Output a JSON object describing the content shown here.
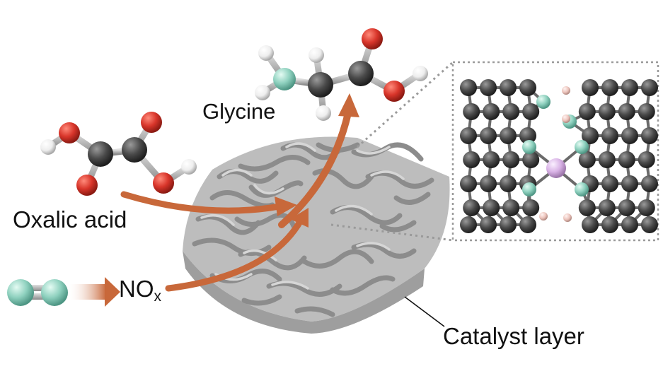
{
  "labels": {
    "glycine": "Glycine",
    "oxalic_acid": "Oxalic acid",
    "nox_main": "NO",
    "nox_sub": "x",
    "catalyst_layer": "Catalyst layer"
  },
  "colors": {
    "carbon": "#4a4a4a",
    "oxygen": "#d8352a",
    "hydrogen": "#f2f2f2",
    "nitrogen": "#8fd1bf",
    "metal": "#d9b3e6",
    "arrow": "#c8683a",
    "catalyst": "#8c8c8c",
    "inset_border": "#9a9a9a"
  }
}
